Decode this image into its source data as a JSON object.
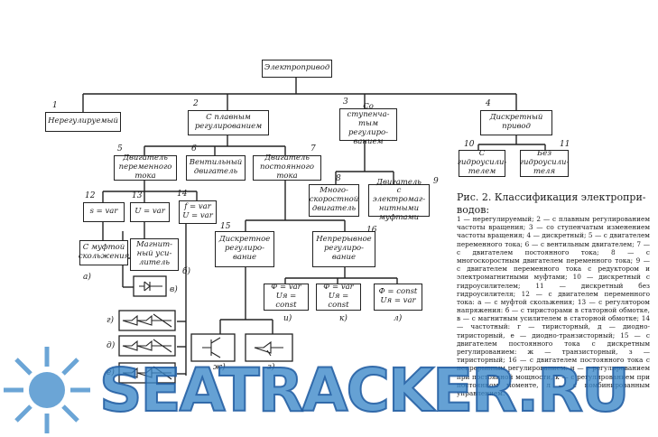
{
  "diagram": {
    "boxes": {
      "root": "Электропривод",
      "b1": "Нерегулируемый",
      "b2": "С плавным\nрегулированием",
      "b3": "Со ступенча-\nтым регулиро-\nванием",
      "b4": "Дискретный\nпривод",
      "b5": "Двигатель\nпеременного\nтока",
      "b6": "Вентильный\nдвигатель",
      "b7": "Двигатель\nпостоянного\nтока",
      "b8": "Много-\nскоростной\nдвигатель",
      "b9": "Двигатель\nс электромаг-\nнитными муфтами",
      "b10": "С гидроусили-\nтелем",
      "b11": "Без гидроусили-\nтеля",
      "b12": "s = var",
      "b13": "U = var",
      "b14": "f = var\nU = var",
      "b15": "Дискретное\nрегулиро-\nвание",
      "b16": "Непрерывное\nрегулиро-\nвание",
      "ba": "С муфтой\nскольжения",
      "bb": "Магнит-\nный уси-\nлитель",
      "bi": "Ф = var\nUя = const",
      "bk": "Ф = var\nUя = const",
      "bl": "Ф = const\nUя = var"
    },
    "numbers": [
      "1",
      "2",
      "3",
      "4",
      "5",
      "6",
      "7",
      "8",
      "9",
      "10",
      "11",
      "12",
      "13",
      "14",
      "15",
      "16"
    ],
    "sublabels": [
      "а)",
      "б)",
      "в)",
      "г)",
      "д)",
      "е)",
      "ж)",
      "з)",
      "и)",
      "к)",
      "л)"
    ]
  },
  "caption": "Рис. 2. Классификация электропри-\nводов:",
  "legend": "1 — нерегулируемый; 2 — с плавным регулированием частоты вращения; 3 — со ступенчатым изменением частоты вращения; 4 — дискретный; 5 — с двигателем переменного тока; 6 — с вентильным двигателем; 7 — с двигателем постоянного тока; 8 — с многоскоростным двигателем переменного тока; 9 — с двигателем переменного тока с редуктором и электромагнитными муфтами; 10 — дискретный с гидроусилителем; 11 — дискретный без гидроусилителя; 12 — с двигателем переменного тока: а — с муфтой скольжения; 13 — с регулятором напряжения: б — с тиристорами в статорной обмотке, в — с магнитным усилителем в статорной обмотке; 14 — частотный: г — тиристорный, д — диодно-тиристорный, е — диодно-транзисторный; 15 — с двигателем постоянного тока с дискретным регулированием: ж — транзисторный, з — тиристорный; 16 — с двигателем постоянного тока с непрерывным регулированием: и — с регулированием при постоянной мощности, к — с регулированием при постоянном моменте, л — с комбинированным управлением.",
  "watermark": "SEATRACKER.RU",
  "colors": {
    "line": "#222222",
    "watermark": "#3a87c8"
  }
}
